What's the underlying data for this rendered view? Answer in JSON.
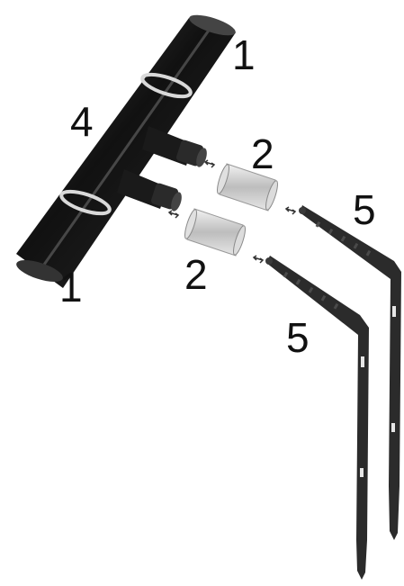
{
  "callouts": {
    "pipe_top": "1",
    "pipe_bottom": "1",
    "tee_manifold": "4",
    "tube_upper": "2",
    "tube_lower": "2",
    "stake_upper": "5",
    "stake_lower": "5"
  },
  "colors": {
    "pipe": "#1a1a1a",
    "pipe_highlight": "#5a5a5a",
    "ring": "#d9d9d9",
    "tube": "#cfcfcf",
    "stake": "#2b2b2b",
    "connector_arrow": "#333333"
  }
}
